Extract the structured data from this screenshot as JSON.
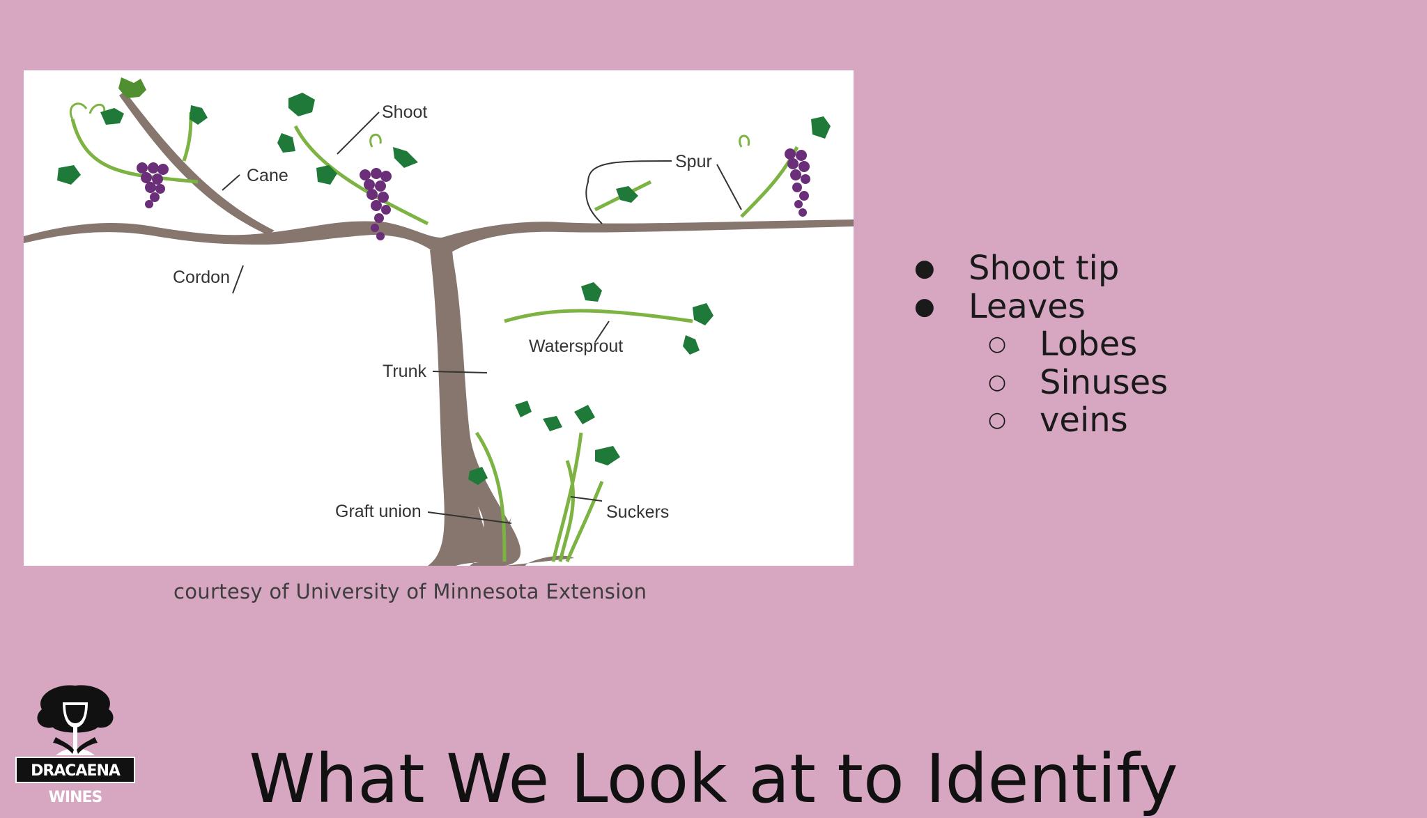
{
  "diagram": {
    "labels": {
      "shoot": "Shoot",
      "cane": "Cane",
      "spur": "Spur",
      "cordon": "Cordon",
      "watersprout": "Watersprout",
      "trunk": "Trunk",
      "graft_union": "Graft union",
      "suckers": "Suckers"
    },
    "colors": {
      "wood": "#86766e",
      "leaf": "#1f7a3a",
      "stem": "#7cb342",
      "grape": "#6b2f7a"
    }
  },
  "caption": "courtesy of University of Minnesota Extension",
  "bullets": [
    {
      "text": "Shoot tip",
      "marker": "●"
    },
    {
      "text": "Leaves",
      "marker": "●"
    },
    {
      "text": "Lobes",
      "marker": "○"
    },
    {
      "text": "Sinuses",
      "marker": "○"
    },
    {
      "text": "veins",
      "marker": "○"
    }
  ],
  "logo": {
    "text": "DRACAENA WINES"
  },
  "title": "What We Look at to Identify",
  "colors": {
    "background": "#d7a7c2"
  }
}
